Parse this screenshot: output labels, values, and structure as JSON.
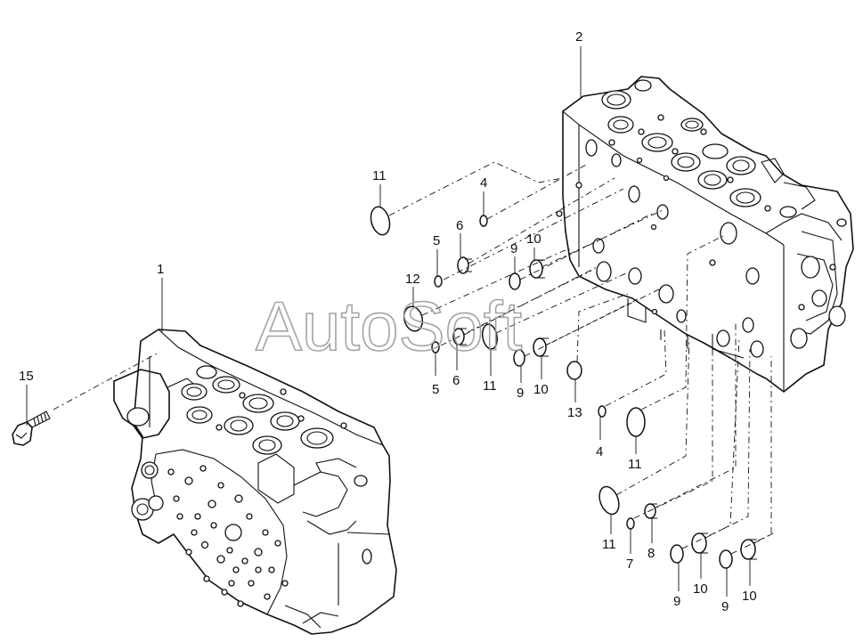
{
  "watermark": "AutoSoft",
  "callouts": [
    {
      "id": "c2",
      "text": "2"
    },
    {
      "id": "c1",
      "text": "1"
    },
    {
      "id": "c15",
      "text": "15"
    },
    {
      "id": "c11a",
      "text": "11"
    },
    {
      "id": "c4a",
      "text": "4"
    },
    {
      "id": "c6a",
      "text": "6"
    },
    {
      "id": "c5a",
      "text": "5"
    },
    {
      "id": "c9a",
      "text": "9"
    },
    {
      "id": "c10a",
      "text": "10"
    },
    {
      "id": "c12",
      "text": "12"
    },
    {
      "id": "c5b",
      "text": "5"
    },
    {
      "id": "c6b",
      "text": "6"
    },
    {
      "id": "c11b",
      "text": "11"
    },
    {
      "id": "c9b",
      "text": "9"
    },
    {
      "id": "c10b",
      "text": "10"
    },
    {
      "id": "c13",
      "text": "13"
    },
    {
      "id": "c4b",
      "text": "4"
    },
    {
      "id": "c11c",
      "text": "11"
    },
    {
      "id": "c11d",
      "text": "11"
    },
    {
      "id": "c7",
      "text": "7"
    },
    {
      "id": "c8",
      "text": "8"
    },
    {
      "id": "c9c",
      "text": "9"
    },
    {
      "id": "c10c",
      "text": "10"
    },
    {
      "id": "c9d",
      "text": "9"
    },
    {
      "id": "c10d",
      "text": "10"
    }
  ]
}
